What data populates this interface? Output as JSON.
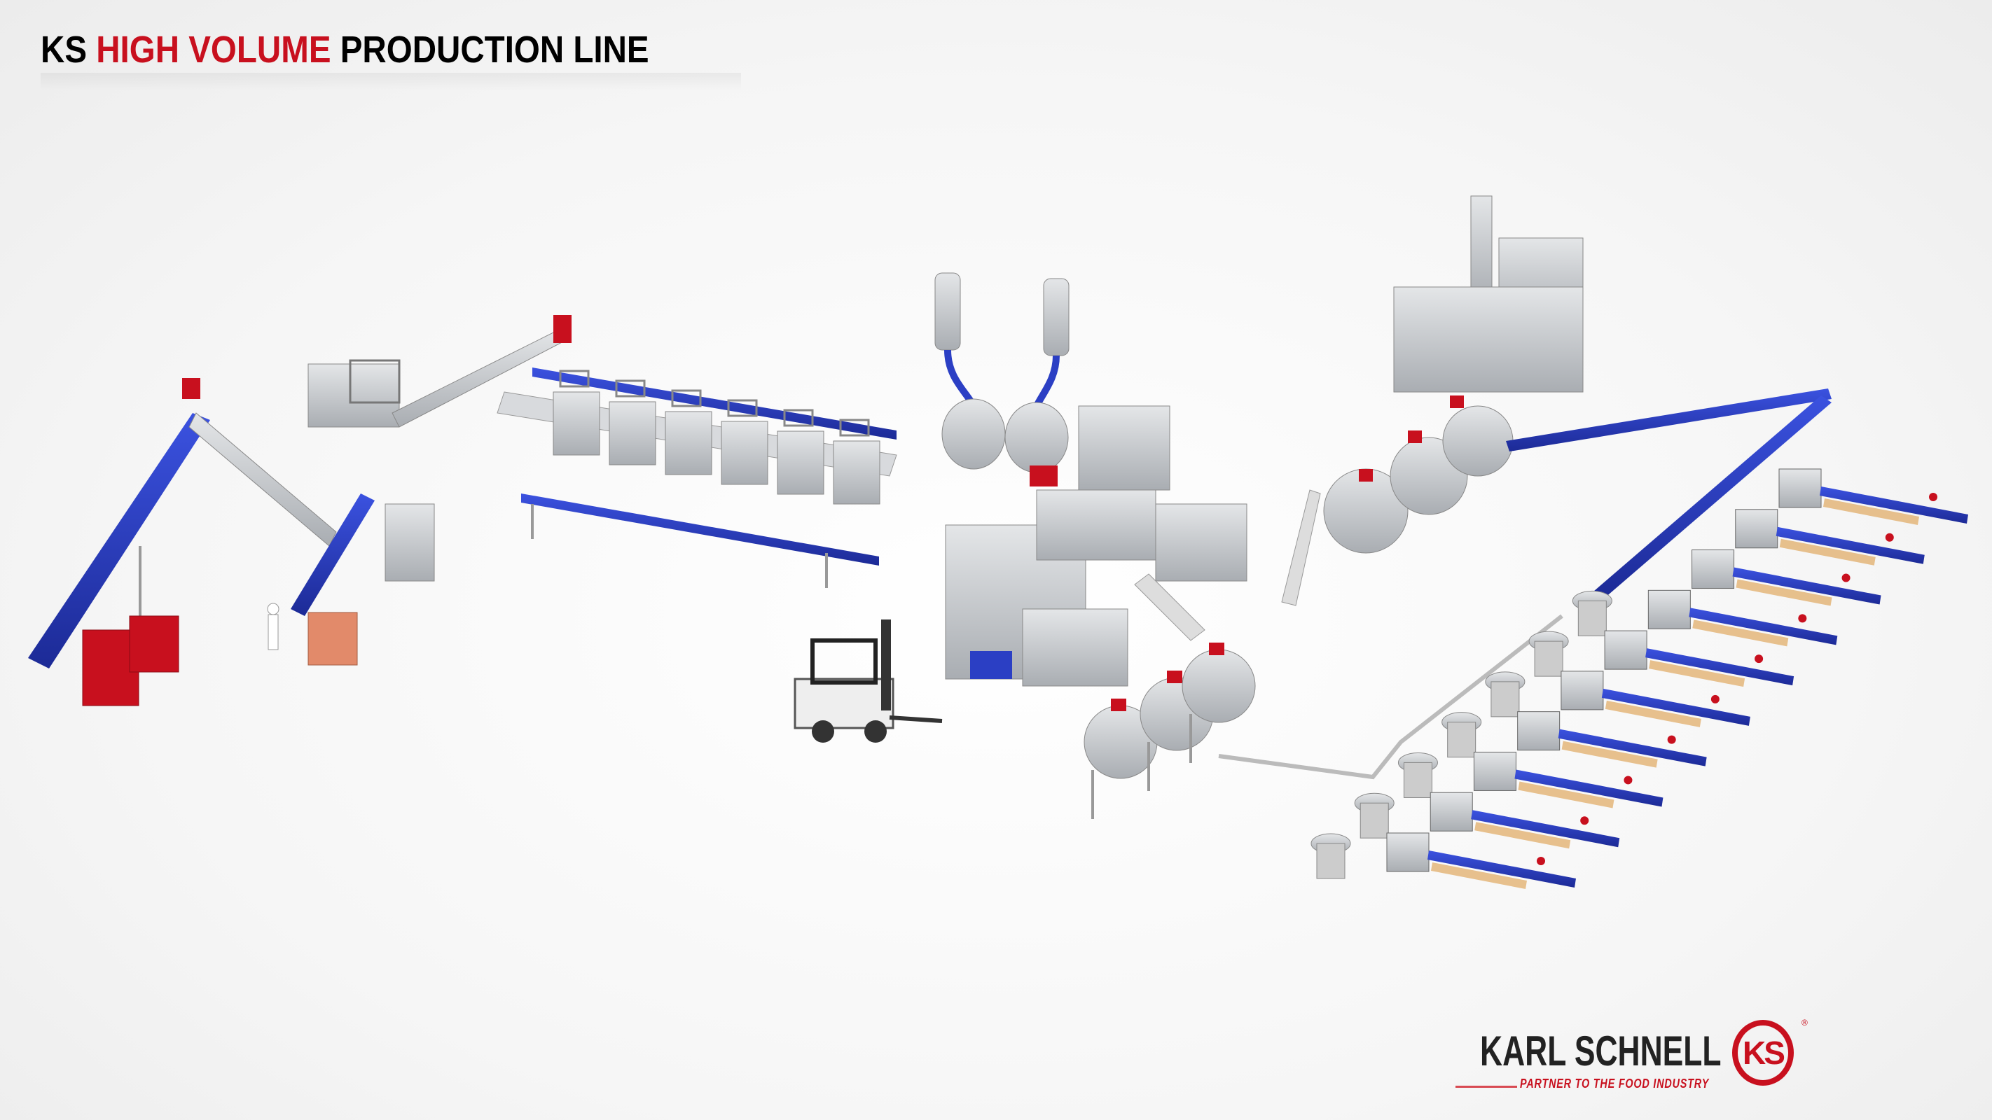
{
  "title": {
    "prefix": "KS",
    "highlight": "HIGH VOLUME",
    "suffix": "PRODUCTION LINE"
  },
  "logo": {
    "brand": "KARL SCHNELL",
    "tagline": "PARTNER TO THE FOOD INDUSTRY",
    "mark": "KS",
    "registered": "®"
  },
  "colors": {
    "accent_red": "#c8101e",
    "conveyor_blue": "#2b3fc4",
    "steel": "#c9ccd0"
  }
}
